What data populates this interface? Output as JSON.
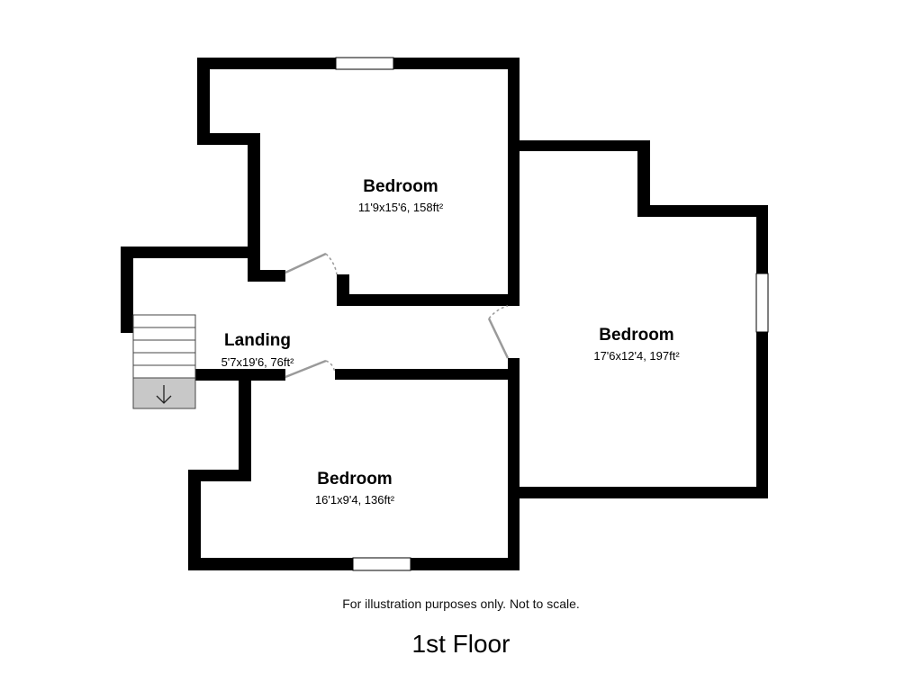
{
  "rooms": [
    {
      "name": "Bedroom",
      "dims": "11'9x15'6, 158ft²"
    },
    {
      "name": "Bedroom",
      "dims": "17'6x12'4, 197ft²"
    },
    {
      "name": "Landing",
      "dims": "5'7x19'6, 76ft²"
    },
    {
      "name": "Bedroom",
      "dims": "16'1x9'4, 136ft²"
    }
  ],
  "footer": {
    "disclaimer": "For illustration purposes only. Not to scale.",
    "floor_title": "1st Floor"
  },
  "colors": {
    "wall": "#000000",
    "window": "#ffffff",
    "door": "#9a9a9a",
    "stairs_fill": "#c8c8c8"
  },
  "icons": {
    "stairs_direction": "arrow-down-icon"
  }
}
